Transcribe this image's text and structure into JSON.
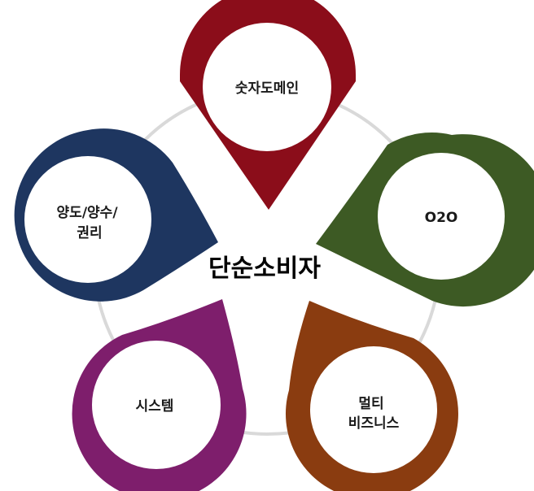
{
  "center": {
    "label": "단순소비자"
  },
  "nodes": [
    {
      "id": "top",
      "lines": [
        "숫자도메인"
      ],
      "color": "#8b0d1a"
    },
    {
      "id": "right",
      "lines": [
        "O2O"
      ],
      "color": "#3d5a24"
    },
    {
      "id": "bottom-right",
      "lines": [
        "멀티",
        "비즈니스"
      ],
      "color": "#8a3c10"
    },
    {
      "id": "bottom-left",
      "lines": [
        "시스템"
      ],
      "color": "#7e1e6c"
    },
    {
      "id": "left",
      "lines": [
        "양도/양수/",
        "권리"
      ],
      "color": "#1e3660"
    }
  ],
  "ring_color": "#d9d9d9"
}
